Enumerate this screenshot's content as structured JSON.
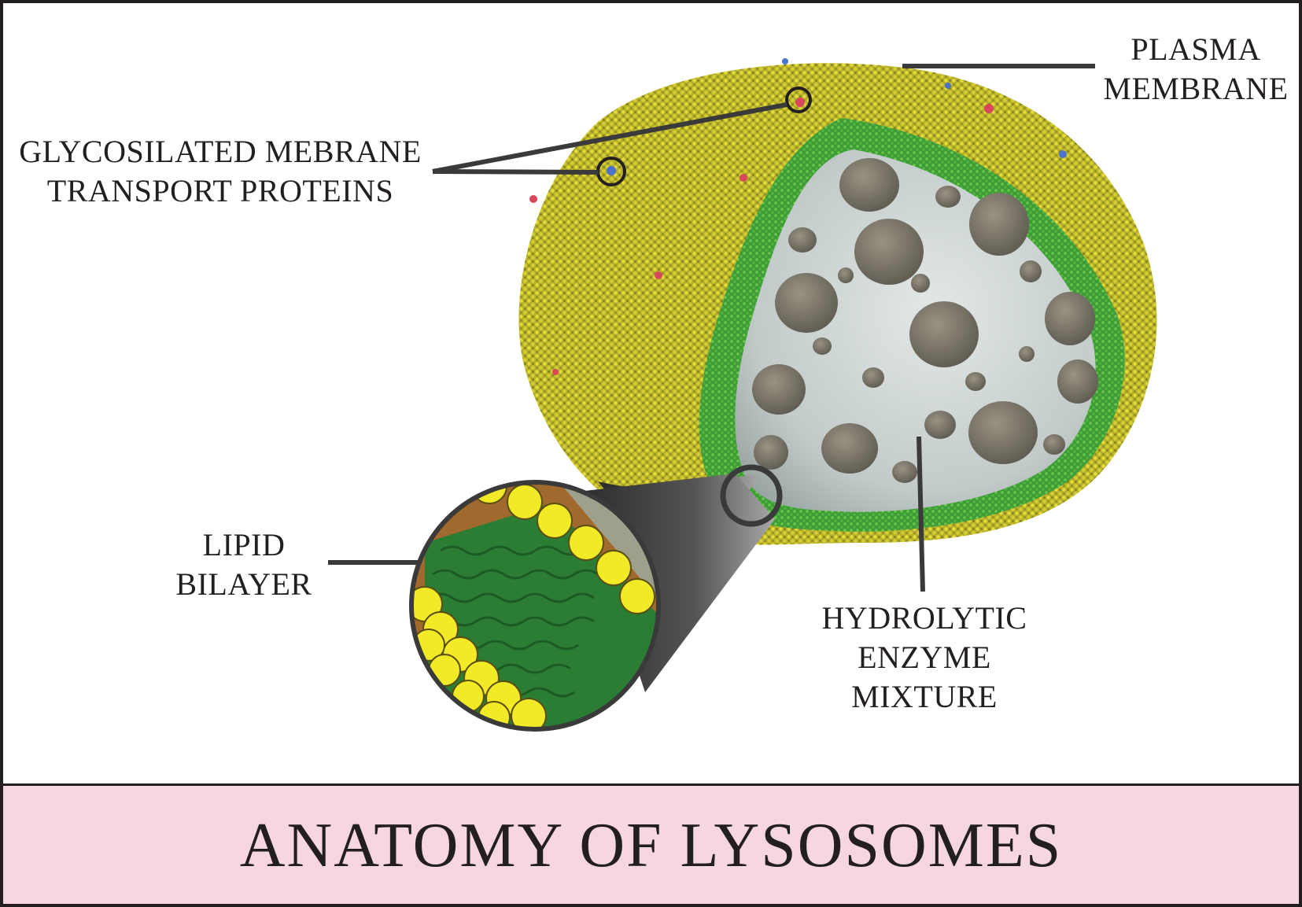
{
  "title": "ANATOMY OF LYSOSOMES",
  "labels": {
    "plasma_membrane": [
      "PLASMA",
      "MEMBRANE"
    ],
    "glycosilated": [
      "GLYCOSILATED MEBRANE",
      "TRANSPORT PROTEINS"
    ],
    "lipid_bilayer": [
      "LIPID",
      "BILAYER"
    ],
    "hydrolytic": [
      "HYDROLYTIC",
      "ENZYME",
      "MIXTURE"
    ]
  },
  "colors": {
    "membrane_yellow": "#c9c334",
    "membrane_green": "#4db342",
    "interior": "#c6d0d0",
    "enzyme_blob": "#7c776c",
    "phospholipid_head": "#f2ea27",
    "lipid_tail": "#2e8b3a",
    "title_band": "#f6d6e3",
    "line": "#231f20"
  }
}
